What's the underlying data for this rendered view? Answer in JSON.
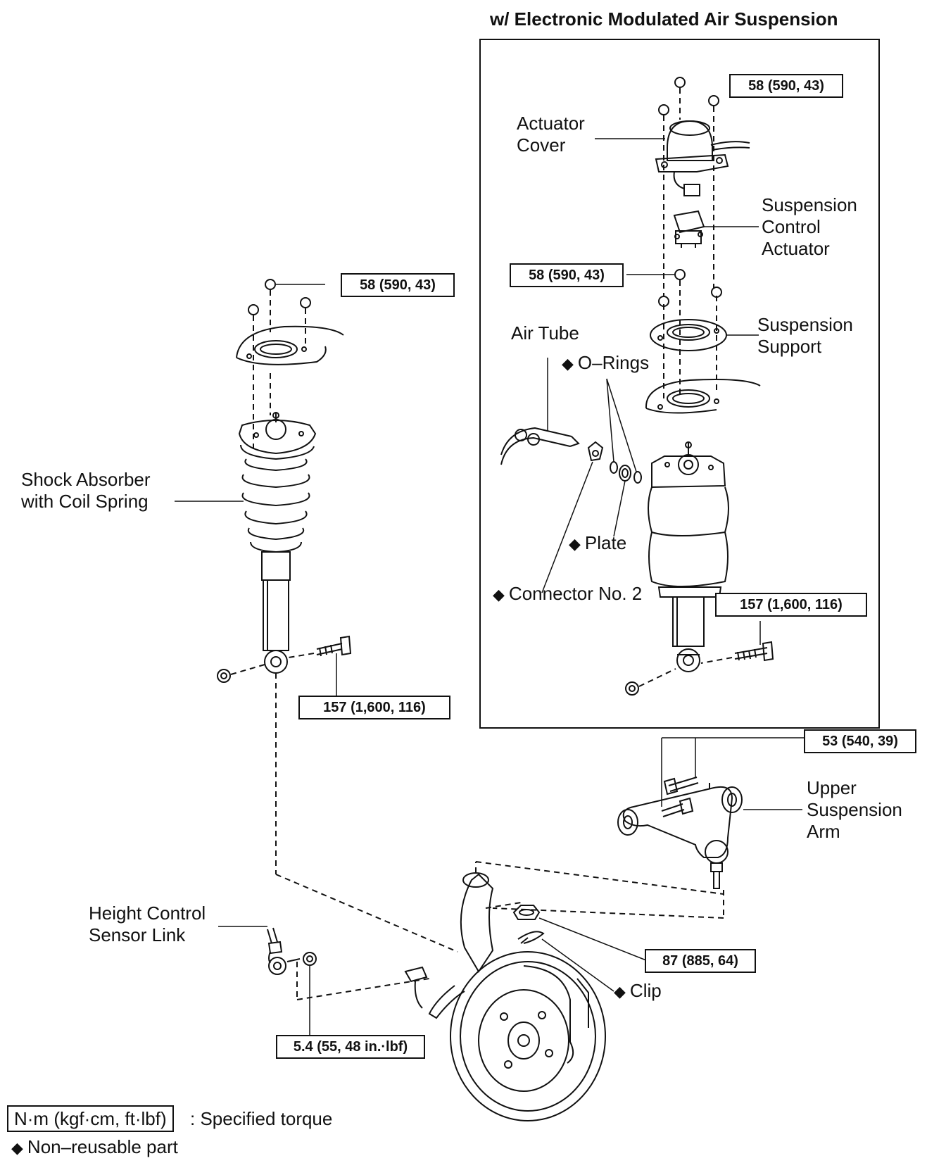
{
  "title": "w/ Electronic Modulated Air Suspension",
  "labels": {
    "actuator_cover": [
      "Actuator",
      "Cover"
    ],
    "suspension_control_actuator": [
      "Suspension",
      "Control",
      "Actuator"
    ],
    "air_tube": "Air Tube",
    "o_rings": "O–Rings",
    "suspension_support": [
      "Suspension",
      "Support"
    ],
    "plate": "Plate",
    "connector_no2": "Connector No. 2",
    "shock_absorber": [
      "Shock Absorber",
      "with Coil Spring"
    ],
    "upper_suspension_arm": [
      "Upper",
      "Suspension",
      "Arm"
    ],
    "height_control_sensor_link": [
      "Height Control",
      "Sensor Link"
    ],
    "clip": "Clip"
  },
  "non_reusable_symbol": "◆",
  "torques": {
    "air_top_nut": "58 (590, 43)",
    "air_support_nut": "58 (590, 43)",
    "air_lower_bolt": "157 (1,600, 116)",
    "std_top_nut": "58 (590, 43)",
    "std_lower_bolt": "157 (1,600, 116)",
    "upper_arm_bolt": "53 (540, 39)",
    "ball_joint_nut": "87 (885, 64)",
    "sensor_link_nut": "5.4 (55, 48 in.·lbf)"
  },
  "legend": {
    "unit_box": "N·m (kgf·cm, ft·lbf)",
    "unit_desc": ": Specified torque",
    "non_reusable": "Non–reusable part"
  }
}
